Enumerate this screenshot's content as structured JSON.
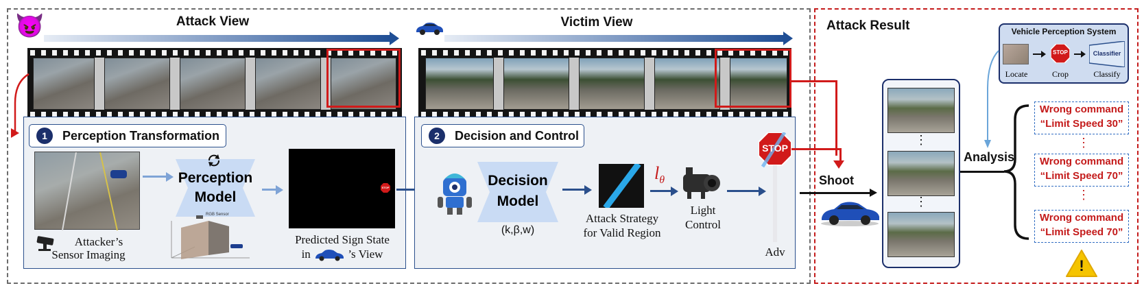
{
  "attack_view": {
    "title": "Attack View",
    "attacker_emoji": "😈"
  },
  "victim_view": {
    "title": "Victim View"
  },
  "perception": {
    "number": "1",
    "title": "Perception Transformation",
    "model_line1": "Perception",
    "model_line2": "Model",
    "sensor_caption_line1": "Attacker’s",
    "sensor_caption_line2": "Sensor Imaging",
    "rgb_label": "RGB Sensor",
    "state_caption_line1": "Predicted Sign State",
    "state_caption_prefix": "in",
    "state_caption_suffix": "’s View",
    "sign_text": "STOP"
  },
  "decision": {
    "number": "2",
    "title": "Decision and Control",
    "model_line1": "Decision",
    "model_line2": "Model",
    "params": "(k,β,w)",
    "strategy_line1": "Attack Strategy",
    "strategy_line2": "for Valid Region",
    "loss_symbol": "lθ",
    "light_line1": "Light",
    "light_line2": "Control",
    "adv_label": "Adv",
    "stop_text": "STOP"
  },
  "result": {
    "title": "Attack Result",
    "shoot_label": "Shoot",
    "analysis_label": "Analysis",
    "dots": "⋮",
    "perception_system": {
      "title": "Vehicle Perception System",
      "locate": "Locate",
      "crop": "Crop",
      "classify": "Classify",
      "classifier_box": "Classifier",
      "stop_text": "STOP"
    },
    "commands": [
      {
        "line1": "Wrong command",
        "line2": "“Limit Speed 30”"
      },
      {
        "line1": "Wrong command",
        "line2": "“Limit Speed 70”"
      },
      {
        "line1": "Wrong command",
        "line2": "“Limit Speed 70”"
      }
    ],
    "warning_symbol": "!"
  },
  "colors": {
    "accent_blue": "#1f4e95",
    "alert_red": "#c41a1a",
    "model_fill": "#c9dbf4"
  }
}
